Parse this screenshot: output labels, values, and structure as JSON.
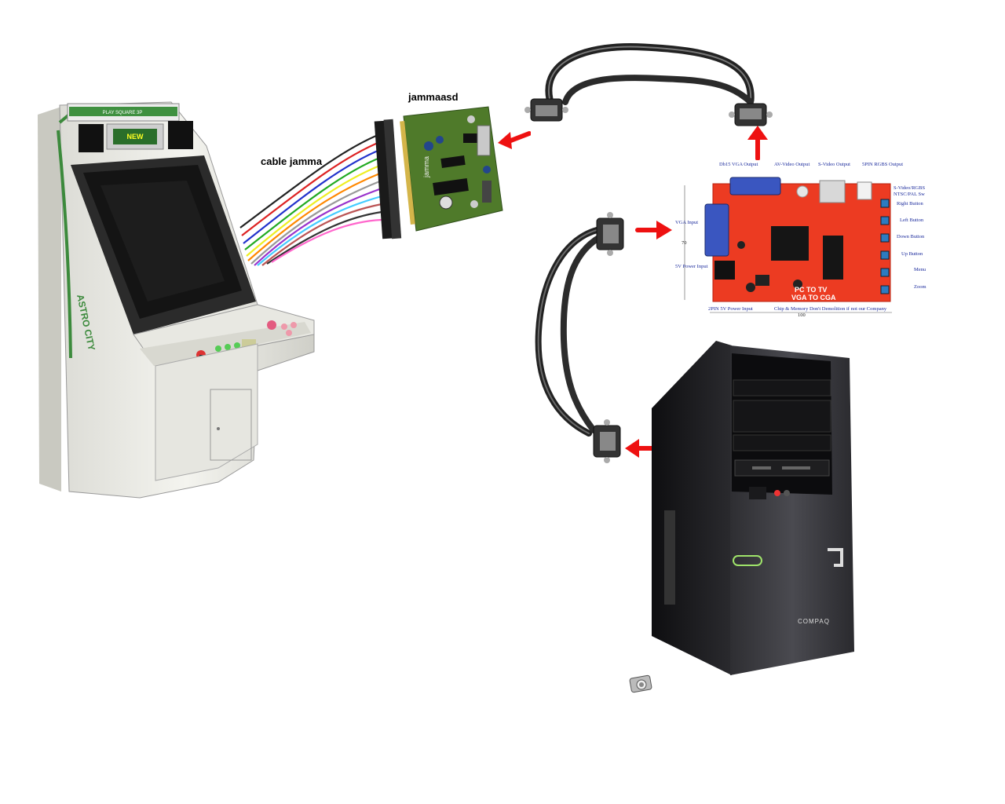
{
  "labels": {
    "jammaasd": "jammaasd",
    "cable_jamma": "cable jamma"
  },
  "arcade": {
    "marquee_top": "PLAY SQUARE 3P",
    "marquee_mid": "NEW",
    "side_text": "ASTRO CITY"
  },
  "jamma_board": {
    "brand": "jamma"
  },
  "converter_board": {
    "top_labels": {
      "db15_vga_output": "Db15 VGA Output",
      "av_video_output": "AV-Video Output",
      "s_video_output": "S-Video Output",
      "five_pin_rgbs_output": "5PIN RGBS Output"
    },
    "right_labels": {
      "s_video_rgbs": "S-Video/RGBS",
      "ntsc_pal_sw": "NTSC/PAL Sw",
      "right_button": "Right Button",
      "left_button": "Left Button",
      "down_button": "Down Button",
      "up_button": "Up Button",
      "menu": "Menu",
      "zoom": "Zoom"
    },
    "left_labels": {
      "vga_input": "VGA Input",
      "height_dim": "70",
      "five_v_power_input": "5V Power Input"
    },
    "bottom_labels": {
      "two_pin_power_input": "2PIN 5V Power Input",
      "chip_note": "Chip & Memory Don't Demolition if not our Company",
      "width_dim": "100"
    },
    "silkscreen": {
      "line1": "PC  TO  TV",
      "line2": "VGA TO CGA"
    }
  },
  "pc_tower": {
    "brand": "COMPAQ"
  },
  "colors": {
    "arrow": "#ee1111",
    "pcb_red": "#ec3b22",
    "jamma_pcb": "#4f7a2a",
    "tower": "#1d1d1f",
    "label_blue": "#1a2a9c"
  }
}
